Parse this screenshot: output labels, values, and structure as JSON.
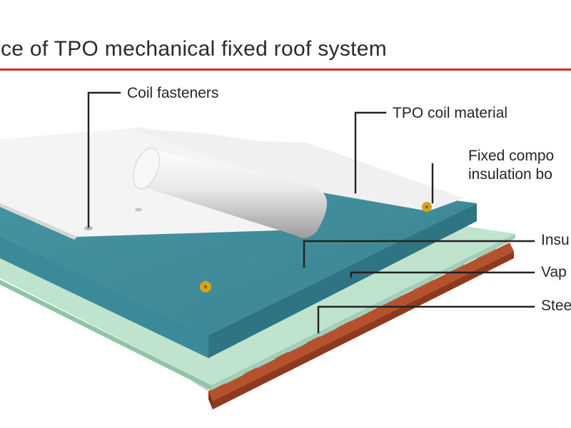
{
  "title": "ice of TPO mechanical fixed roof system",
  "callouts": {
    "coil_fasteners": "Coil fasteners",
    "tpo_coil": "TPO coil material",
    "fixed_comp_line1": "Fixed compo",
    "fixed_comp_line2": "insulation bo",
    "insulation": "Insu",
    "vapor": "Vap",
    "steel": "Stee"
  },
  "colors": {
    "title_rule": "#e02a2a",
    "membrane": "#f2f2f2",
    "insulation_board": "#3d8a98",
    "vapor_layer": "#bfe3cd",
    "steel_deck": "#d1d7da",
    "beam": "#b4522e",
    "fastener": "#d8a21a"
  }
}
